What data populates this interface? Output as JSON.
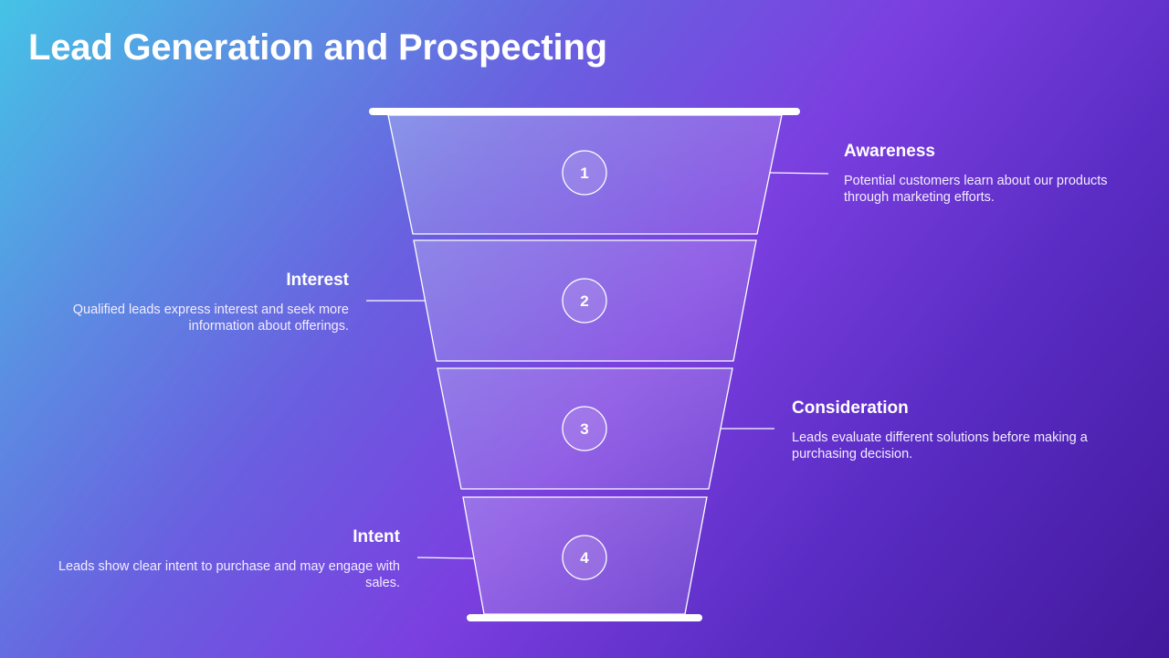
{
  "slide": {
    "title": "Lead Generation and Prospecting"
  },
  "funnel": {
    "stages": [
      {
        "number": "1",
        "title": "Awareness",
        "description": "Potential customers learn about our products through marketing efforts.",
        "side": "right"
      },
      {
        "number": "2",
        "title": "Interest",
        "description": "Qualified leads express interest and seek more information about offerings.",
        "side": "left"
      },
      {
        "number": "3",
        "title": "Consideration",
        "description": "Leads evaluate different solutions before making a purchasing decision.",
        "side": "right"
      },
      {
        "number": "4",
        "title": "Intent",
        "description": "Leads show clear intent to purchase and may engage with sales.",
        "side": "left"
      }
    ]
  },
  "colors": {
    "gradient_start": "#45c3e6",
    "gradient_mid": "#7b3fe0",
    "gradient_end": "#42199c",
    "text": "#ffffff",
    "outline": "#ffffff"
  }
}
